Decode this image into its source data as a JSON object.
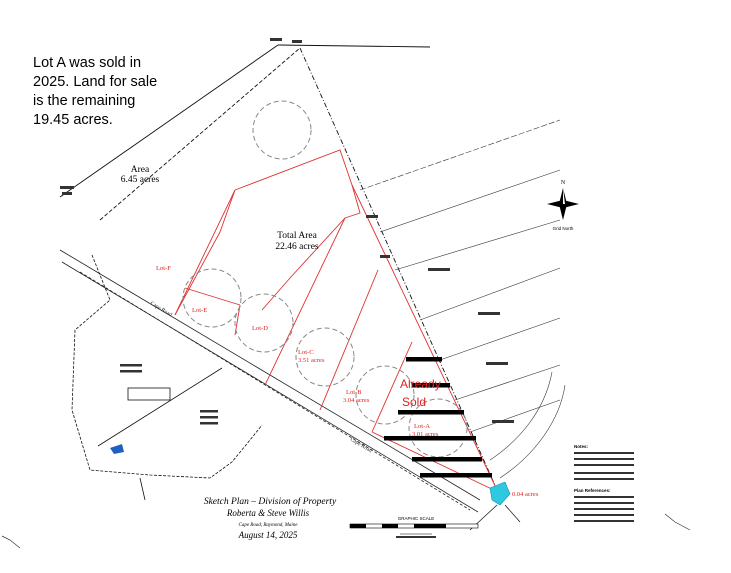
{
  "note": {
    "lines": [
      "Lot A was sold in",
      "2025. Land for sale",
      "is the remaining",
      "19.45 acres."
    ]
  },
  "area_left": {
    "title": "Area",
    "acres": "6.45 acres"
  },
  "total_area": {
    "title": "Total Area",
    "acres": "22.46 acres"
  },
  "lots": {
    "lot_f": "Lot-F",
    "lot_e": "Lot-E",
    "lot_d": "Lot-D",
    "lot_c": "Lot-C",
    "lot_c_acres": "3.51 acres",
    "lot_b": "Lot-B",
    "lot_b_acres": "3.04 acres",
    "lot_a": "Lot-A",
    "lot_a_acres": "3.01 acres"
  },
  "already_sold": {
    "line1": "Already",
    "line2": "Sold"
  },
  "corner_acres": "0.04 acres",
  "road_label": "Cape Road",
  "north": {
    "letter": "N",
    "label": "Grid North"
  },
  "title_block": {
    "line1": "Sketch Plan – Division of Property",
    "line2": "Roberta & Steve Willis",
    "line3": "Cape Road, Raymond, Maine",
    "date": "August 14, 2025"
  },
  "graphic_scale": "GRAPHIC SCALE",
  "notes_heading": "Notes:",
  "references_heading": "Plan References:",
  "colors": {
    "boundary": "#111111",
    "lot_lines": "#e03030",
    "sold_text": "#e02020",
    "water": "#2ec8e0",
    "circles": "#888888"
  }
}
